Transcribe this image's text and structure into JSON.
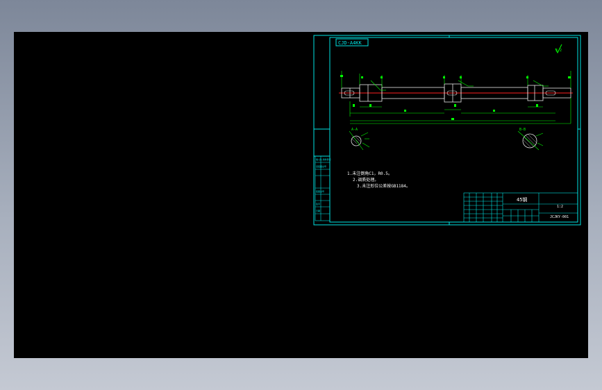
{
  "drawing": {
    "drawing_code": "CJD-A4KK",
    "material": "45钢",
    "scale": "1:2",
    "drawing_number": "JCJKY-001",
    "notes": [
      "1.未注倒角C1，R0.5。",
      "2.调质处理。",
      "3.未注形位公差按GB1184。"
    ],
    "left_margin_labels": [
      "借(通)用件登记",
      "旧底图总号",
      "底图总号",
      "签字",
      "日期"
    ],
    "roughness_mark": "3.2",
    "section_labels": [
      "A-A",
      "B-B"
    ],
    "colors": {
      "background": "#000000",
      "frame": "#00e5e5",
      "geometry": "#e8e8e8",
      "dimension": "#00ff00",
      "centerline": "#ff2020",
      "text": "#ffffff",
      "app_chrome": "#8f98a8"
    }
  }
}
